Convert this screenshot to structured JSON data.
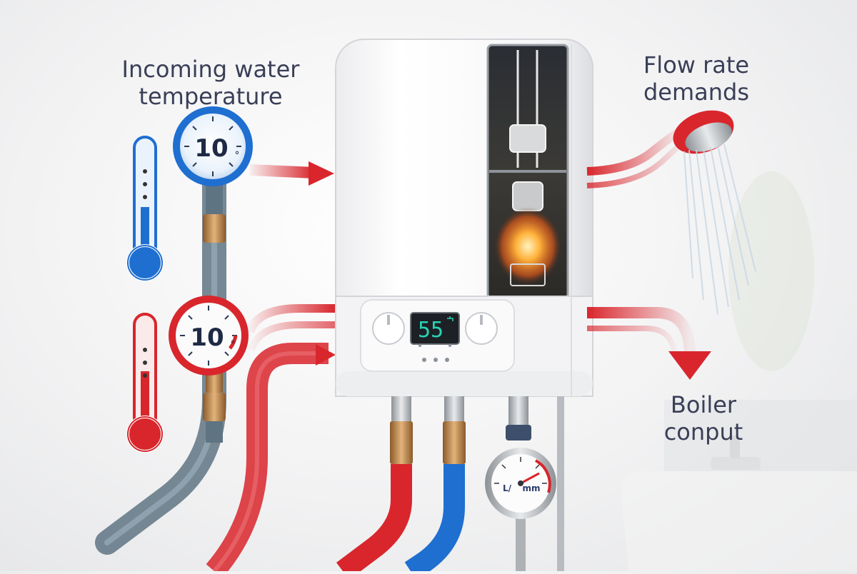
{
  "labels": {
    "incoming": [
      "Incoming water",
      "temperature"
    ],
    "flow": [
      "Flow rate",
      "demands"
    ],
    "output": [
      "Boiler",
      "conput"
    ]
  },
  "gauges": {
    "cold_value": "10",
    "hot_value": "10",
    "unit_mark": "°"
  },
  "boiler": {
    "display": "55",
    "display_icon": "tap-icon"
  },
  "pressure_gauge": {
    "unit": "mm",
    "prefix": "L/"
  },
  "colors": {
    "text": "#3a3f57",
    "hot": "#d8262c",
    "cold": "#1f6fd1",
    "pipe_grey": "#5f7483",
    "display_text": "#27d3b4"
  }
}
